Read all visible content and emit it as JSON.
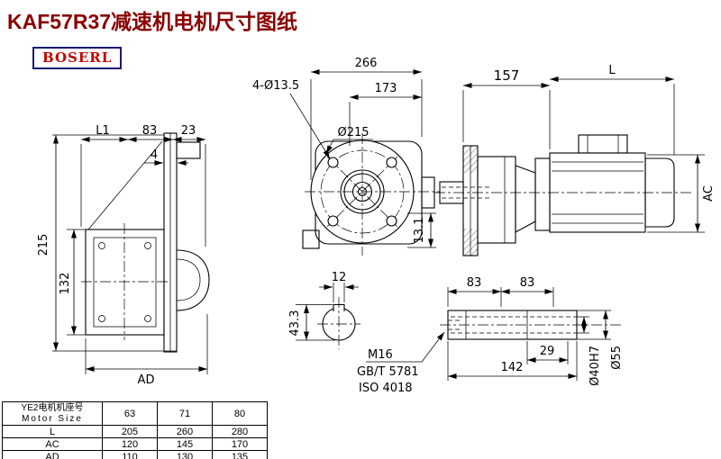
{
  "title": "KAF57R37减速机电机尺寸图纸",
  "logo": "BOSERL",
  "front_view": {
    "dim_total_width": "266",
    "dim_flange_width": "173",
    "holes_note": "4-Ø13.5",
    "flange_dia": "Ø215",
    "dim_offset": "13.1"
  },
  "side_view": {
    "dim_adapter": "157",
    "dim_motor_length": "L",
    "dim_motor_dia": "AC"
  },
  "left_view": {
    "dim_l1": "L1",
    "dim_83": "83",
    "dim_23": "23",
    "dim_4": "4",
    "dim_height": "215",
    "dim_132": "132",
    "dim_ad": "AD"
  },
  "shaft_section": {
    "dim_key_width": "12",
    "dim_key_height": "43.3"
  },
  "thread_note": {
    "thread": "M16",
    "standard_gb": "GB/T 5781",
    "standard_iso": "ISO 4018"
  },
  "shaft_view": {
    "dim_83a": "83",
    "dim_83b": "83",
    "dim_29": "29",
    "dim_142": "142",
    "bore_dia": "Ø40H7",
    "shaft_dia": "Ø55"
  },
  "table": {
    "header_line1": "YE2电机机座号",
    "header_line2": "Motor Size",
    "sizes": [
      "63",
      "71",
      "80"
    ],
    "rows": [
      {
        "label": "L",
        "values": [
          "205",
          "260",
          "280"
        ]
      },
      {
        "label": "AC",
        "values": [
          "120",
          "145",
          "170"
        ]
      },
      {
        "label": "AD",
        "values": [
          "110",
          "130",
          "135"
        ]
      }
    ]
  }
}
